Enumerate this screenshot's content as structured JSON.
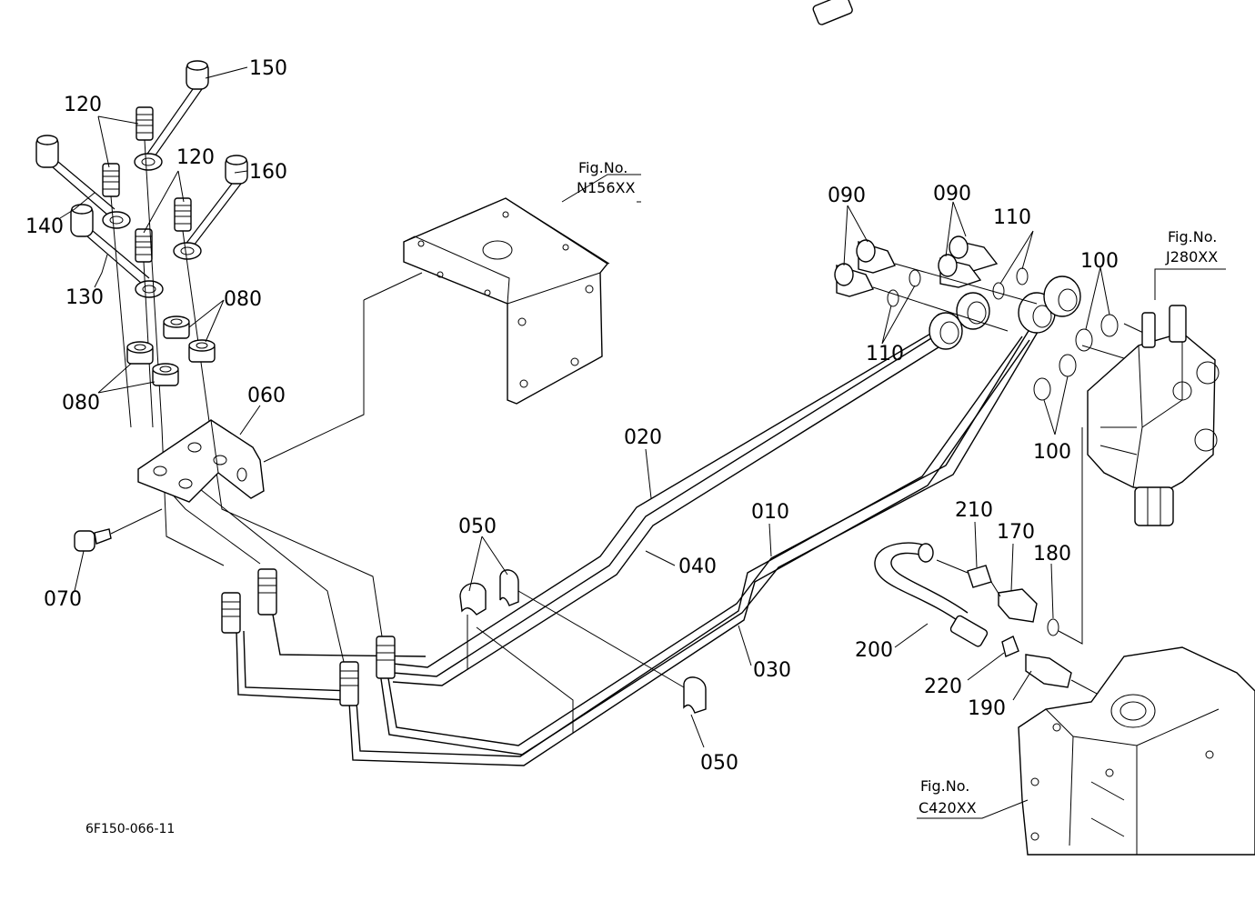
{
  "labels": {
    "p150": "150",
    "p120a": "120",
    "p120b": "120",
    "p160": "160",
    "p140": "140",
    "p130": "130",
    "p080a": "080",
    "p080b": "080",
    "p060": "060",
    "p070": "070",
    "p050a": "050",
    "p050b": "050",
    "p020": "020",
    "p040": "040",
    "p010": "010",
    "p030": "030",
    "p090a": "090",
    "p090b": "090",
    "p110a": "110",
    "p110b": "110",
    "p100a": "100",
    "p100b": "100",
    "p210": "210",
    "p170": "170",
    "p180": "180",
    "p200": "200",
    "p220": "220",
    "p190": "190"
  },
  "figure_refs": {
    "n156": {
      "line1": "Fig.No.",
      "line2": "N156XX"
    },
    "j280": {
      "line1": "Fig.No.",
      "line2": "J280XX"
    },
    "c420": {
      "line1": "Fig.No.",
      "line2": "C420XX"
    }
  },
  "drawing_code": "6F150-066-11"
}
